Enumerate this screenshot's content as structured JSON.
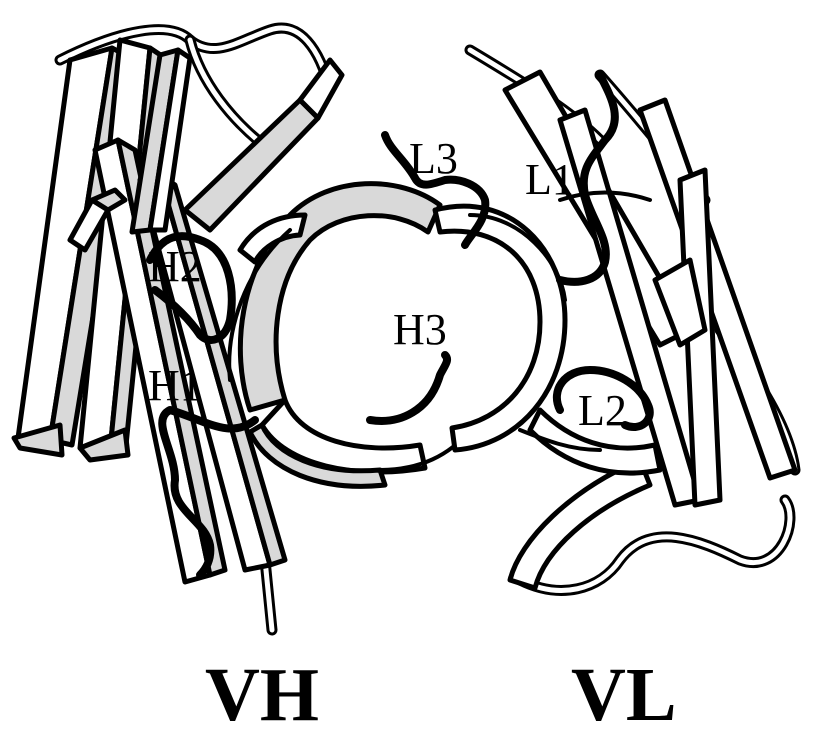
{
  "labels": {
    "h1": "H1",
    "h2": "H2",
    "h3": "H3",
    "l1": "L1",
    "l2": "L2",
    "l3": "L3",
    "vh": "VH",
    "vl": "VL"
  },
  "colors": {
    "shade": "#d9d9d9",
    "line": "#000000",
    "background": "#ffffff"
  }
}
